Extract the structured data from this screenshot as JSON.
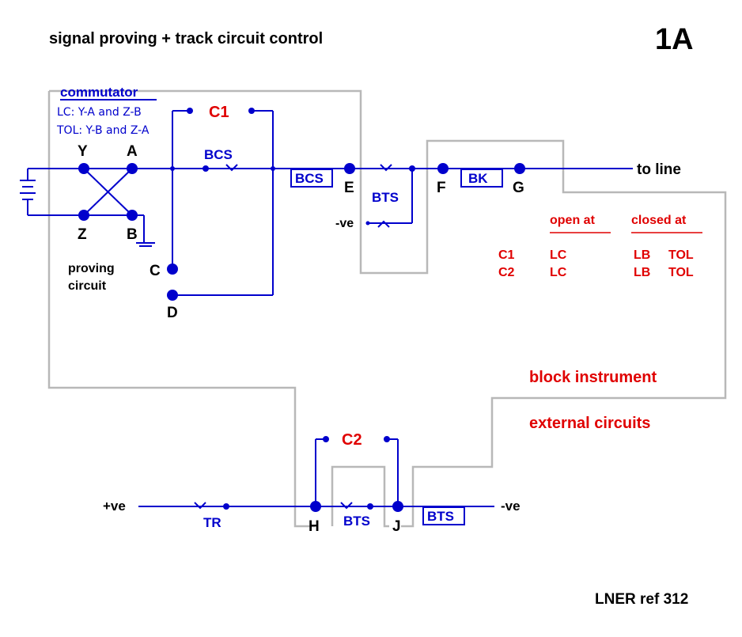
{
  "title": "signal proving + track circuit control",
  "diagram_code": "1A",
  "reference": "LNER ref 312",
  "commutator": {
    "heading": "commutator",
    "line1": "LC: Y-A and Z-B",
    "line2": "TOL: Y-B and Z-A"
  },
  "nodes": {
    "Y": "Y",
    "A": "A",
    "Z": "Z",
    "B": "B",
    "C": "C",
    "D": "D",
    "E": "E",
    "F": "F",
    "G": "G",
    "H": "H",
    "J": "J"
  },
  "contacts": {
    "C1": "C1",
    "C2": "C2",
    "BCS_contact": "BCS",
    "BCS_box": "BCS",
    "BTS_upper": "BTS",
    "BK_box": "BK",
    "TR": "TR",
    "BTS_lower": "BTS",
    "BTS_box": "BTS"
  },
  "terminals": {
    "to_line": "to line",
    "neg_upper": "-ve",
    "pos_lower": "+ve",
    "neg_lower": "-ve"
  },
  "proving_circuit": [
    "proving",
    "circuit"
  ],
  "table": {
    "header_open": "open  at",
    "header_closed": "closed at",
    "rows": [
      {
        "contact": "C1",
        "open": "LC",
        "closed_a": "LB",
        "closed_b": "TOL"
      },
      {
        "contact": "C2",
        "open": "LC",
        "closed_a": "LB",
        "closed_b": "TOL"
      }
    ]
  },
  "regions": {
    "block_instrument": "block instrument",
    "external_circuits": "external circuits"
  },
  "colors": {
    "wire": "#0000cc",
    "boundary": "#b8b8b8",
    "emphasis": "#e00000",
    "text": "#000000"
  }
}
